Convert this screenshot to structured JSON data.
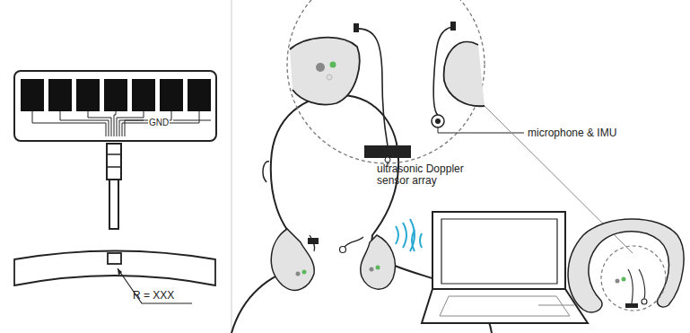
{
  "diagram": {
    "nodes": [
      {
        "text": [
          "GND"
        ]
      }
    ],
    "labels": [
      "R = XXX",
      "ultrasonic Doppler sensor array",
      "microphone & IMU"
    ]
  }
}
